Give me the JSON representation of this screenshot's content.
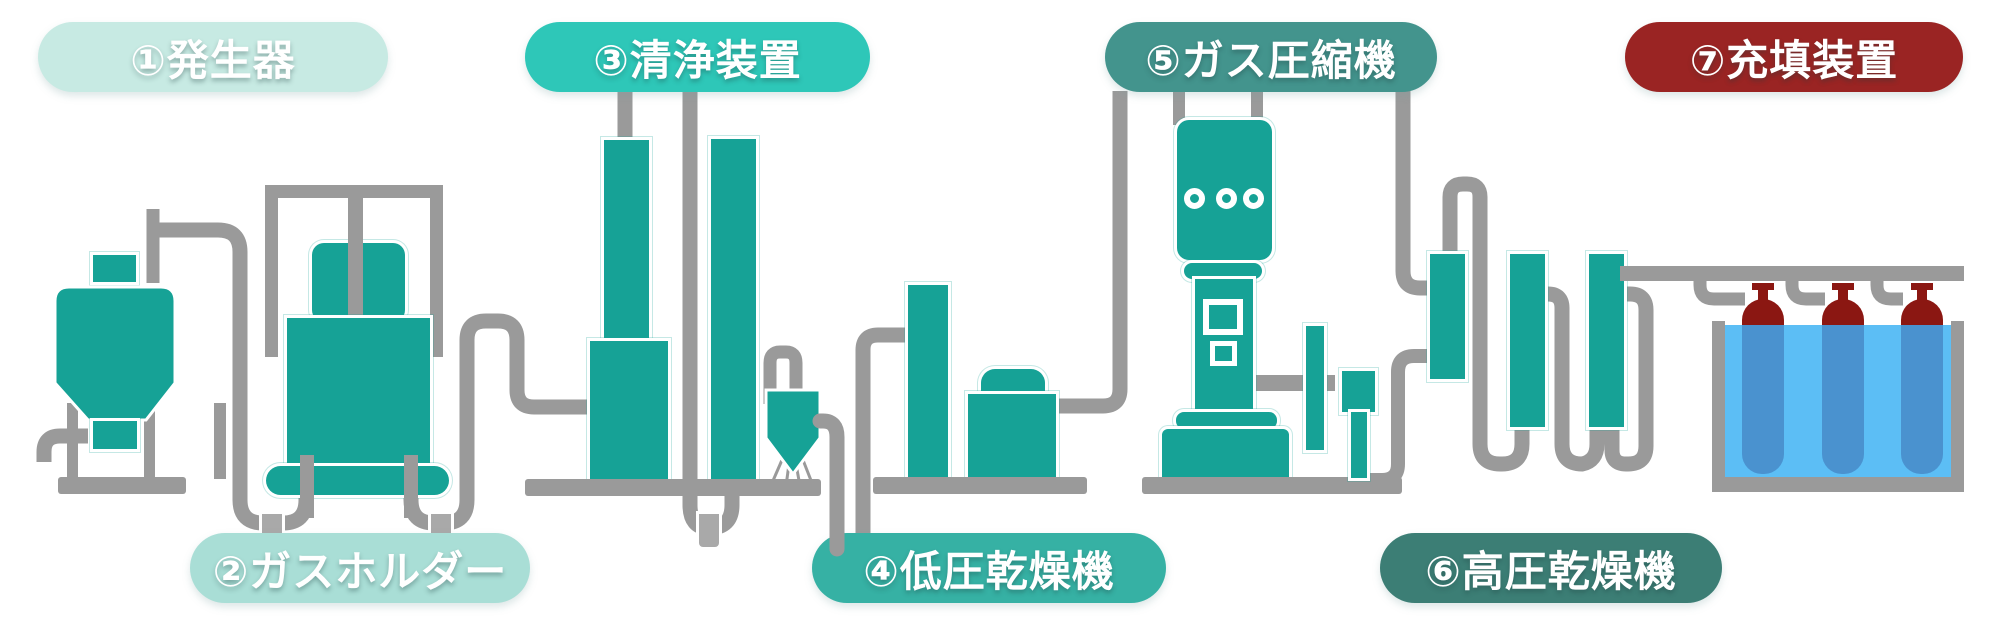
{
  "diagram": {
    "subject": "gas-production-process-flow",
    "language": "ja",
    "background": "#ffffff"
  },
  "process_steps": [
    {
      "label": "①発生器",
      "name": "generator",
      "badge_color": "#c7eae3",
      "text_color": "#ffffff"
    },
    {
      "label": "②ガスホルダー",
      "name": "gas-holder",
      "badge_color": "#a9ded6",
      "text_color": "#ffffff"
    },
    {
      "label": "③清浄装置",
      "name": "purifier",
      "badge_color": "#2ec7b8",
      "text_color": "#ffffff"
    },
    {
      "label": "④低圧乾燥機",
      "name": "low-pressure-dryer",
      "badge_color": "#36b1a4",
      "text_color": "#ffffff"
    },
    {
      "label": "⑤ガス圧縮機",
      "name": "gas-compressor",
      "badge_color": "#43948d",
      "text_color": "#ffffff"
    },
    {
      "label": "⑥高圧乾燥機",
      "name": "high-pressure-dryer",
      "badge_color": "#3c7e75",
      "text_color": "#ffffff"
    },
    {
      "label": "⑦充填装置",
      "name": "filling-station",
      "badge_color": "#9a2423",
      "text_color": "#ffffff"
    }
  ],
  "colors": {
    "equipment_teal": "#16a296",
    "pipe_gray": "#9a9a9a",
    "outline_white": "#ffffff",
    "water_blue": "#5cbef5",
    "cylinder_submerged_blue": "#4a92cf",
    "cylinder_red": "#8b1712"
  },
  "icons": [
    "hopper-vessel-icon",
    "gas-holder-tank-icon",
    "purifier-columns-icon",
    "funnel-icon",
    "dryer-tank-icon",
    "compressor-tower-icon",
    "valve-pedestal-icon",
    "dryer-columns-icon",
    "gas-cylinder-icon",
    "water-bath-icon",
    "pipe-network-icon"
  ]
}
